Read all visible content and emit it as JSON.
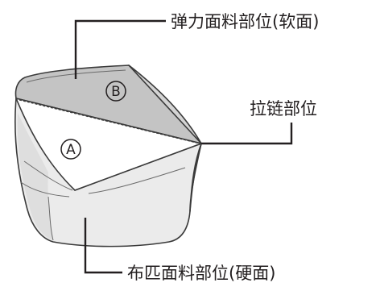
{
  "labels": {
    "elastic_fabric": "弹力面料部位(软面)",
    "zipper": "拉链部位",
    "cloth_fabric": "布匹面料部位(硬面)"
  },
  "markers": {
    "a": "A",
    "b": "B"
  },
  "colors": {
    "elastic_panel": "#c4c4c4",
    "body_light": "#ebebeb",
    "body_shade": "#dedede",
    "flap": "#ffffff",
    "line": "#231f20"
  }
}
